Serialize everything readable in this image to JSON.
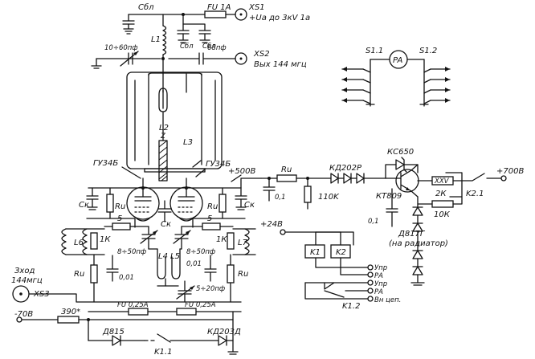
{
  "top": {
    "c_bl_1": "Cбл",
    "fu1a": "FU 1A",
    "xs1": "XS1",
    "ua_line": "+Uа до 3кV 1а",
    "c_bl_2": "Cбл",
    "c_bl_3": "Cбл",
    "l1": "L1",
    "c_var_1": "10÷60пф",
    "c_68": "68пф",
    "xs2": "XS2",
    "out_line": "Вых 144 мгц"
  },
  "tube": {
    "l2": "L2",
    "z": "Z",
    "l3": "L3",
    "gu34b_left": "ГУ34Б",
    "gu34b_right": "ГУ34Б"
  },
  "grid_left": {
    "ck": "Cк",
    "ru": "Ru",
    "ck_mid": "Cк",
    "r5": "5",
    "l6": "L6",
    "r1k": "1К",
    "ru2": "Ru",
    "c_var": "8÷50пф",
    "c001": "0,01",
    "l4": "L4"
  },
  "grid_right": {
    "ck": "Cк",
    "ru": "Ru",
    "r5": "5",
    "r1k": "1К",
    "l7": "L7",
    "c_var": "8÷50пф",
    "c001": "0,01",
    "l5": "L5",
    "ru2": "Ru",
    "c_var2": "5÷20пф"
  },
  "input": {
    "label1": "Зход",
    "label2": "144мгц",
    "xs3": "XS3",
    "fu_left": "FU 0,25A",
    "fu_right": "FU 0,25A",
    "minus70": "-70В",
    "r390": "390*",
    "d815": "Д815",
    "kd203d": "КД203Д",
    "k11": "K1.1"
  },
  "hv": {
    "plus500": "+500В",
    "ru": "Ru",
    "c01": "0,1",
    "r110k": "110K",
    "kd202r": "КД202Р",
    "kc650": "КС650",
    "kt809": "КТ809",
    "c01b": "0,1",
    "xxv": "XXV",
    "r2k": "2К",
    "r10k": "10К",
    "k21": "K2.1",
    "plus700": "+700В",
    "d817g": "Д817Г",
    "radiator": "(на радиатор)"
  },
  "relay": {
    "plus24": "+24В",
    "k1": "K1",
    "k2": "K2",
    "upr1": "Упр",
    "pa": "РА",
    "upr2": "Упр",
    "pa2": "РА",
    "vn_cep": "Вн цеп.",
    "k12": "K1.2"
  },
  "switch": {
    "s11": "S1.1",
    "pa": "PA",
    "s12": "S1.2"
  }
}
